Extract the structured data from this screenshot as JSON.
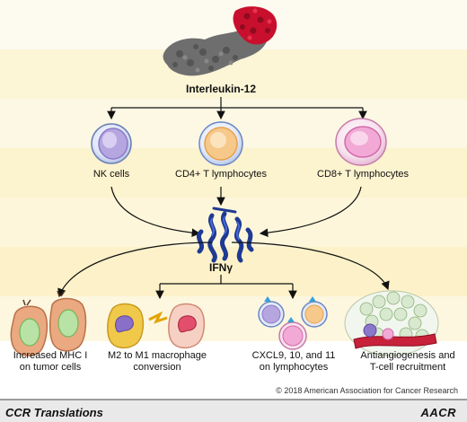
{
  "top": {
    "protein_label": "Interleukin-12"
  },
  "cells_row": [
    {
      "label": "NK cells"
    },
    {
      "label": "CD4+ T lymphocytes"
    },
    {
      "label": "CD8+ T lymphocytes"
    }
  ],
  "ifn": {
    "label": "IFNγ"
  },
  "effects": [
    {
      "line1": "Increased MHC I",
      "line2": "on tumor cells"
    },
    {
      "line1": "M2 to M1 macrophage",
      "line2": "conversion"
    },
    {
      "line1": "CXCL9, 10, and 11",
      "line2": "on lymphocytes"
    },
    {
      "line1": "Antiangiogenesis and",
      "line2": "T-cell recruitment"
    }
  ],
  "copyright": "© 2018 American Association for Cancer Research",
  "footer": {
    "left": "CCR Translations",
    "right": "AACR"
  },
  "colors": {
    "band_light": "#fdf9e6",
    "band_dark": "#fbefc2",
    "il12_gray": "#6e6e6e",
    "il12_red": "#c8102e",
    "ifn_blue": "#1f3a93",
    "nk_purple": "#8a79c9",
    "cd4_orange": "#f2b35a",
    "cd8_pink": "#e58cc4"
  }
}
